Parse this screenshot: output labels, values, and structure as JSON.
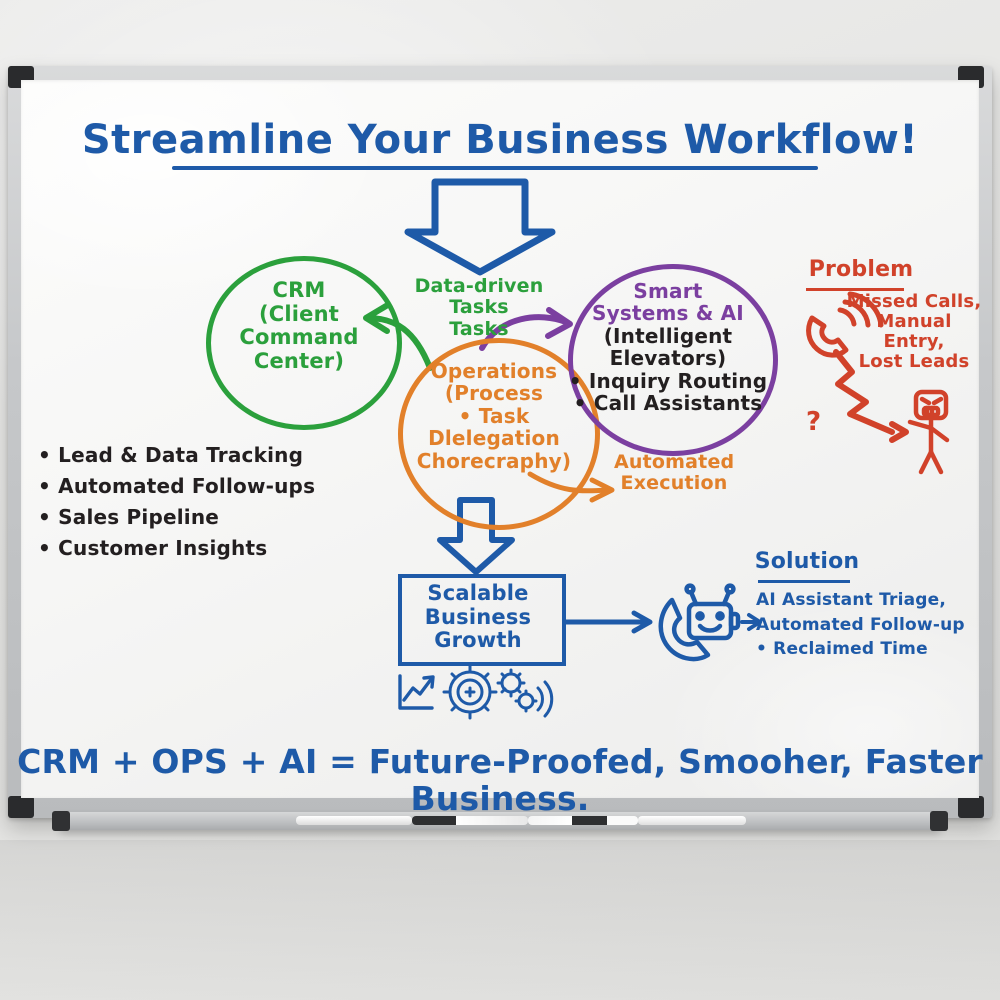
{
  "board": {
    "title": "Streamline Your Business Workflow!",
    "bottom_line": "CRM + OPS + AI = Future-Proofed, Smooher, Faster Business."
  },
  "colors": {
    "blue": "#1e5aa8",
    "green": "#2ba03c",
    "orange": "#e2802a",
    "purple": "#7b3fa0",
    "red": "#d1422a",
    "black": "#231f20"
  },
  "crm": {
    "line1": "CRM",
    "line2": "(Client",
    "line3": "Command Center)"
  },
  "operations": {
    "line1": "Operations",
    "line2": "(Process",
    "line3": "• Task Dlelegation",
    "line4": "Chorecraphy)"
  },
  "ai": {
    "line1": "Smart",
    "line2": "Systems & AI",
    "line3": "(Intelligent Elevators)",
    "line4": "• Inquiry Routing",
    "line5": "• Call Assistants"
  },
  "labels": {
    "tasks_line1": "Data-driven Tasks",
    "tasks_line2": "Tasks",
    "automated_execution_line1": "Automated",
    "automated_execution_line2": "Execution"
  },
  "left_bullets": [
    "• Lead & Data Tracking",
    "• Automated Follow-ups",
    "• Sales Pipeline",
    "• Customer Insights"
  ],
  "problem": {
    "heading": "Problem",
    "line1": "Missed Calls,",
    "line2": "Manual Entry,",
    "line3": "Lost Leads",
    "question_mark": "?"
  },
  "growth": {
    "line1": "Scalable",
    "line2": "Business",
    "line3": "Growth"
  },
  "solution": {
    "heading": "Solution",
    "line1": "AI Assistant Triage,",
    "line2": "Automated Follow-up",
    "line3": "• Reclaimed Time"
  },
  "icons": {
    "growth_chart": "growth-chart-icon",
    "dial_gear": "dial-gear-icon",
    "gears_signal": "gears-signal-icon",
    "problem_phone": "ringing-phone-icon",
    "angry_person": "frustrated-person-icon",
    "robot_phone": "robot-phone-icon"
  },
  "tray": {
    "markers": [
      "marker-1",
      "marker-2",
      "marker-3",
      "marker-4"
    ]
  }
}
